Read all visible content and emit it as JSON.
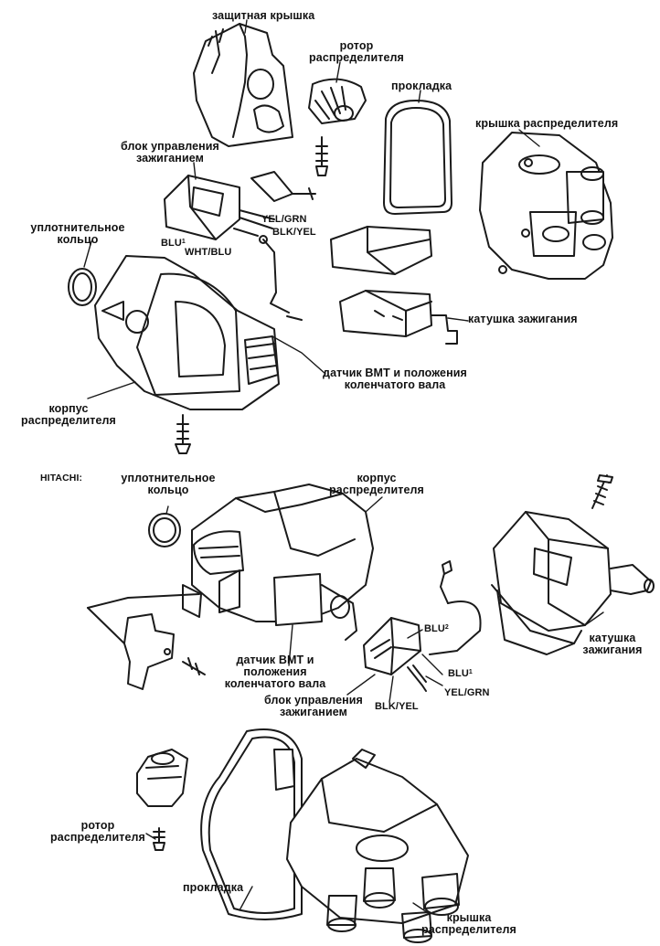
{
  "labels": {
    "top": {
      "protective_cover": "защитная крышка",
      "rotor_l1": "ротор",
      "rotor_l2": "распределителя",
      "gasket": "прокладка",
      "cap": "крышка распределителя",
      "icm_l1": "блок управления",
      "icm_l2": "зажиганием",
      "wire_yel_grn": "YEL/GRN",
      "wire_blk_yel": "BLK/YEL",
      "wire_blu": "BLU",
      "wire_blu_sup": "1",
      "wire_wht_blu": "WHT/BLU",
      "oring_l1": "уплотнительное",
      "oring_l2": "кольцо",
      "coil": "катушка зажигания",
      "sensor_l1": "датчик ВМТ и положения",
      "sensor_l2": "коленчатого вала",
      "housing_l1": "корпус",
      "housing_l2": "распределителя"
    },
    "hitachi": {
      "header": "HITACHI:",
      "oring_l1": "уплотнительное",
      "oring_l2": "кольцо",
      "housing_l1": "корпус",
      "housing_l2": "распределителя",
      "wire_blu2": "BLU",
      "wire_blu2_sup": "2",
      "wire_blu1": "BLU",
      "wire_blu1_sup": "1",
      "wire_yel_grn": "YEL/GRN",
      "wire_blk_yel": "BLK/YEL",
      "coil_l1": "катушка",
      "coil_l2": "зажигания",
      "sensor_l1": "датчик ВМТ и",
      "sensor_l2": "положения",
      "sensor_l3": "коленчатого вала",
      "icm_l1": "блок управления",
      "icm_l2": "зажиганием",
      "rotor_l1": "ротор",
      "rotor_l2": "распределителя",
      "gasket": "прокладка",
      "cap_l1": "крышка",
      "cap_l2": "распределителя"
    }
  }
}
